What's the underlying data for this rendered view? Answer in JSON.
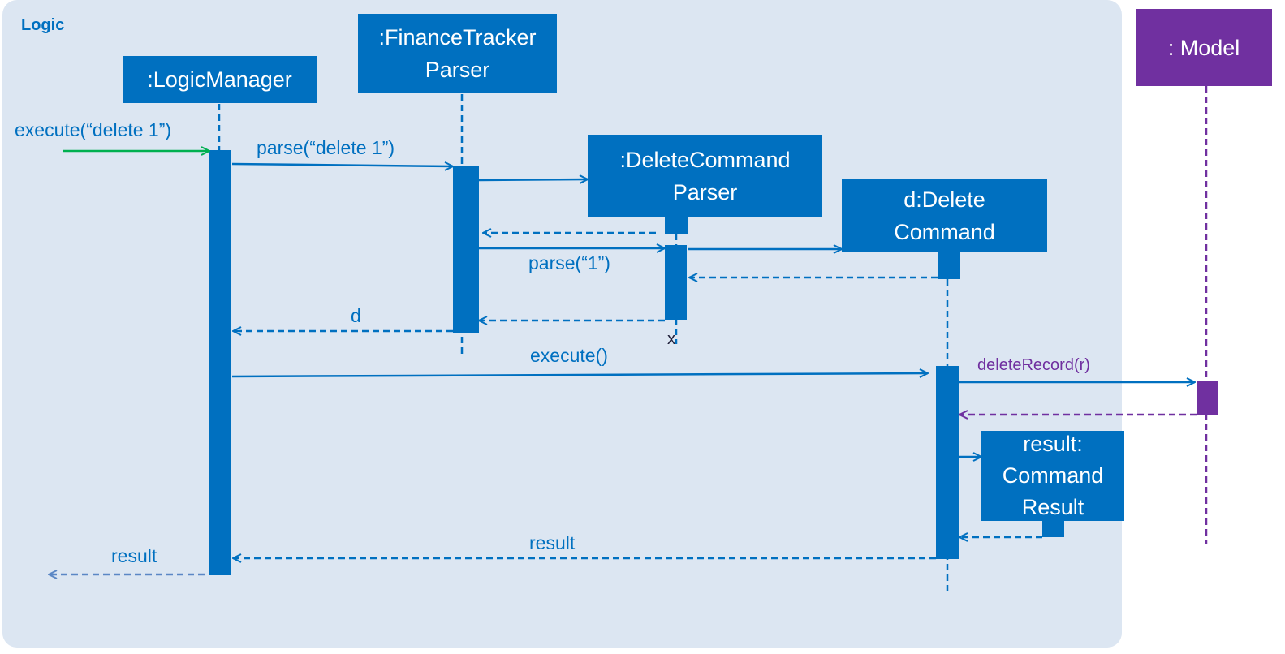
{
  "frame": {
    "title": "Logic"
  },
  "participants": {
    "logic_manager": ":LogicManager",
    "finance_tracker_parser": ":FinanceTracker\nParser",
    "delete_command_parser": ":DeleteCommand\nParser",
    "delete_command": "d:Delete\nCommand",
    "command_result": "result:\nCommand\nResult",
    "model": ": Model"
  },
  "messages": {
    "execute_in": "execute(“delete 1”)",
    "parse_delete": "parse(“delete 1”)",
    "parse_one": "parse(“1”)",
    "return_d": "d",
    "destroy_mark": "x",
    "execute_call": "execute()",
    "delete_record": "deleteRecord(r)",
    "return_result_inner": "result",
    "return_result_outer": "result"
  },
  "colors": {
    "frame_background": "#dce6f2",
    "blue": "#0070c0",
    "purple": "#7030a0",
    "green": "#00b050",
    "return_grey_blue": "#5b87c5"
  }
}
